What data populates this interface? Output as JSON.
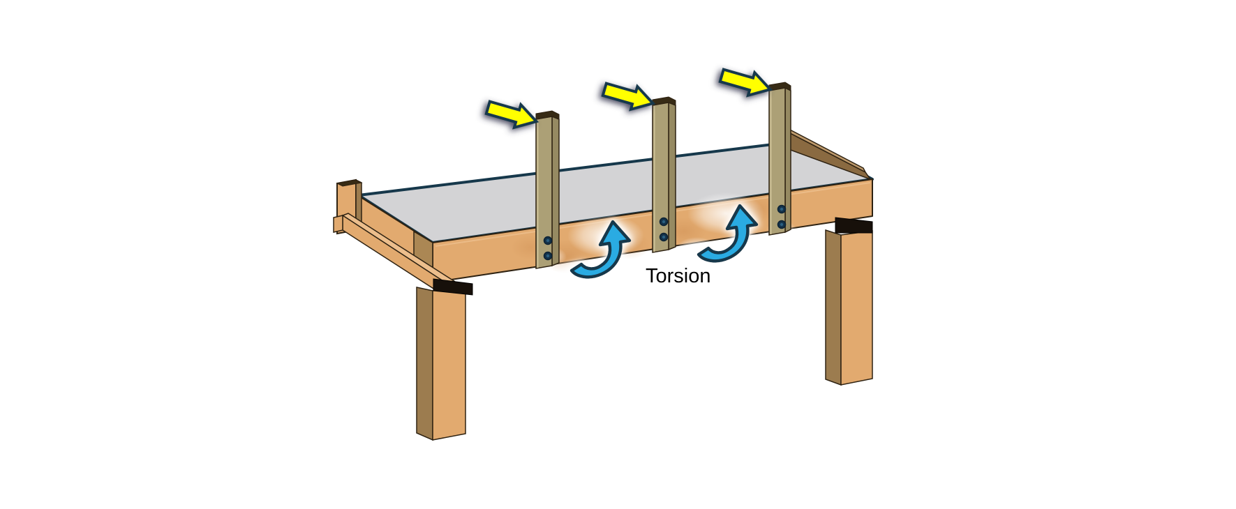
{
  "labels": {
    "torsion": "Torsion"
  },
  "diagram": {
    "type": "construction-detail-illustration",
    "elements": {
      "deck_surface": "gray deck sheathing surface",
      "front_rim_joist": "tan rim joist with three guard posts bolted on",
      "guard_posts": 3,
      "bolts_per_post": 2,
      "force_arrows": "yellow arrows pushing sideways on each post top",
      "torsion_arrows": "blue curved arrows showing rim joist rotation",
      "legs": 2,
      "post_cap_brackets": "black connector brackets on top of both legs"
    }
  },
  "colors": {
    "background": "#ffffff",
    "deck_surface": "#d3d3d5",
    "outline_navy": "#16384b",
    "wood_outline": "#2e2212",
    "wood_light": "#e2aa6f",
    "wood_top_light": "#ecbe8c",
    "wood_medium": "#ab8754",
    "wood_dark": "#8a6a41",
    "wood_bevel": "#be9a6c",
    "wood_leg_shade": "#9c7c4f",
    "post_khaki": "#aca076",
    "post_khaki_shade": "#968a62",
    "post_highlight": "#cdc096",
    "post_cap_dark": "#372b15",
    "bracket_black": "#17100a",
    "arrow_yellow": "#ffff00",
    "arrow_blue": "#29abe2",
    "bolt_navy": "#14324a",
    "bolt_center": "#2a5f80",
    "smudge_tan": "#c9874b",
    "label_text": "#000000"
  }
}
